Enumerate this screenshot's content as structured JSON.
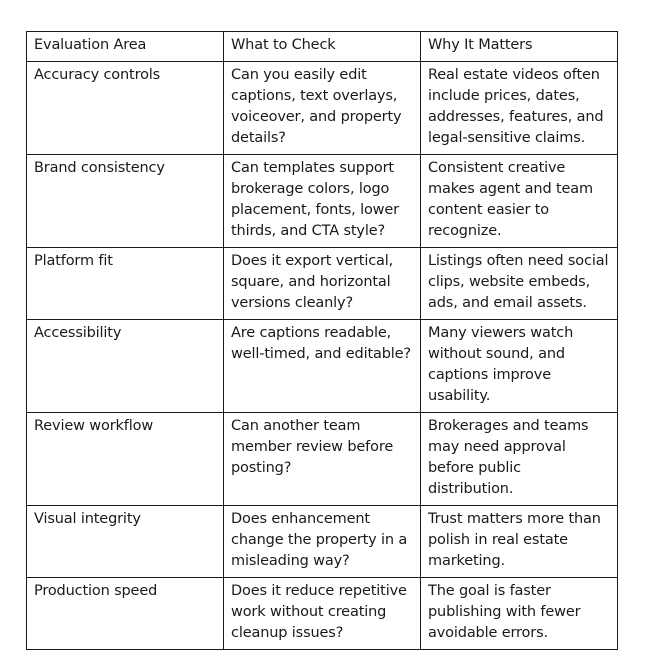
{
  "table": {
    "headers": [
      "Evaluation Area",
      "What to Check",
      "Why It Matters"
    ],
    "rows": [
      {
        "area": "Accuracy controls",
        "check": "Can you easily edit captions, text overlays, voiceover, and property details?",
        "why": "Real estate videos often include prices, dates, addresses, features, and legal-sensitive claims."
      },
      {
        "area": "Brand consistency",
        "check": "Can templates support brokerage colors, logo placement, fonts, lower thirds, and CTA style?",
        "why": "Consistent creative makes agent and team content easier to recognize."
      },
      {
        "area": "Platform fit",
        "check": "Does it export vertical, square, and horizontal versions cleanly?",
        "why": "Listings often need social clips, website embeds, ads, and email assets."
      },
      {
        "area": "Accessibility",
        "check": "Are captions readable, well-timed, and editable?",
        "why": "Many viewers watch without sound, and captions improve usability."
      },
      {
        "area": "Review workflow",
        "check": "Can another team member review before posting?",
        "why": "Brokerages and teams may need approval before public distribution."
      },
      {
        "area": "Visual integrity",
        "check": "Does enhancement change the property in a misleading way?",
        "why": "Trust matters more than polish in real estate marketing."
      },
      {
        "area": "Production speed",
        "check": "Does it reduce repetitive work without creating cleanup issues?",
        "why": "The goal is faster publishing with fewer avoidable errors."
      }
    ]
  }
}
